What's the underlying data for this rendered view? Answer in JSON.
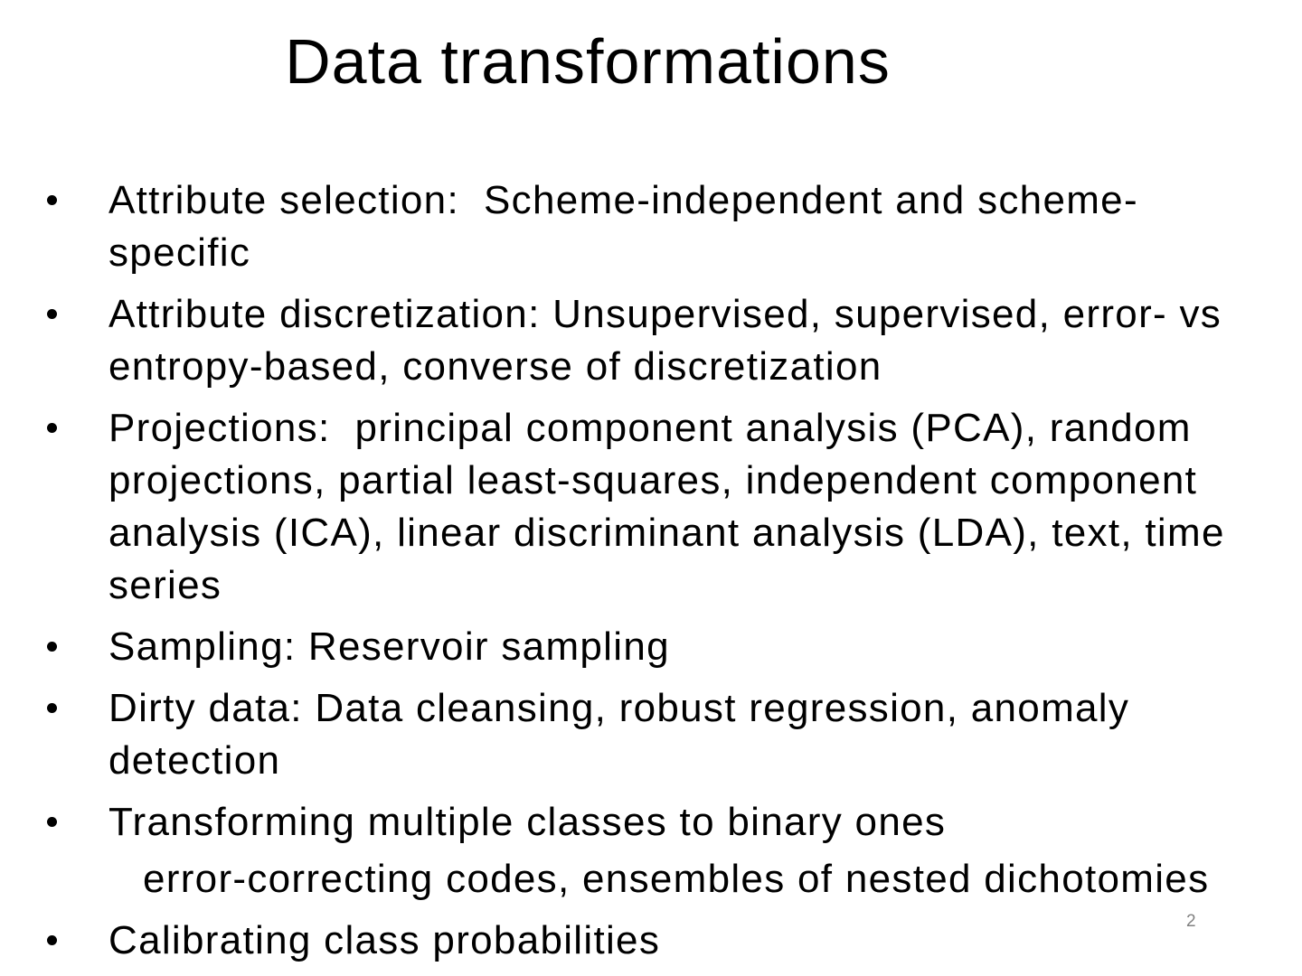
{
  "slide": {
    "title": "Data transformations",
    "page_number": "2",
    "bullets": [
      {
        "lines": [
          "Attribute selection:  Scheme-independent and scheme-",
          "specific"
        ]
      },
      {
        "lines": [
          "Attribute discretization: Unsupervised, supervised, error- vs",
          "entropy-based, converse of discretization"
        ]
      },
      {
        "lines": [
          "Projections:  principal component analysis (PCA), random",
          "projections, partial least-squares, independent component",
          "analysis (ICA), linear discriminant analysis (LDA), text, time",
          "series"
        ]
      },
      {
        "lines": [
          "Sampling: Reservoir sampling"
        ]
      },
      {
        "lines": [
          "Dirty data: Data cleansing, robust regression, anomaly",
          "detection"
        ]
      },
      {
        "lines": [
          "Transforming multiple classes to binary ones"
        ],
        "sublines": [
          "error-correcting codes, ensembles of nested dichotomies"
        ]
      },
      {
        "lines": [
          "Calibrating class probabilities"
        ]
      }
    ]
  }
}
